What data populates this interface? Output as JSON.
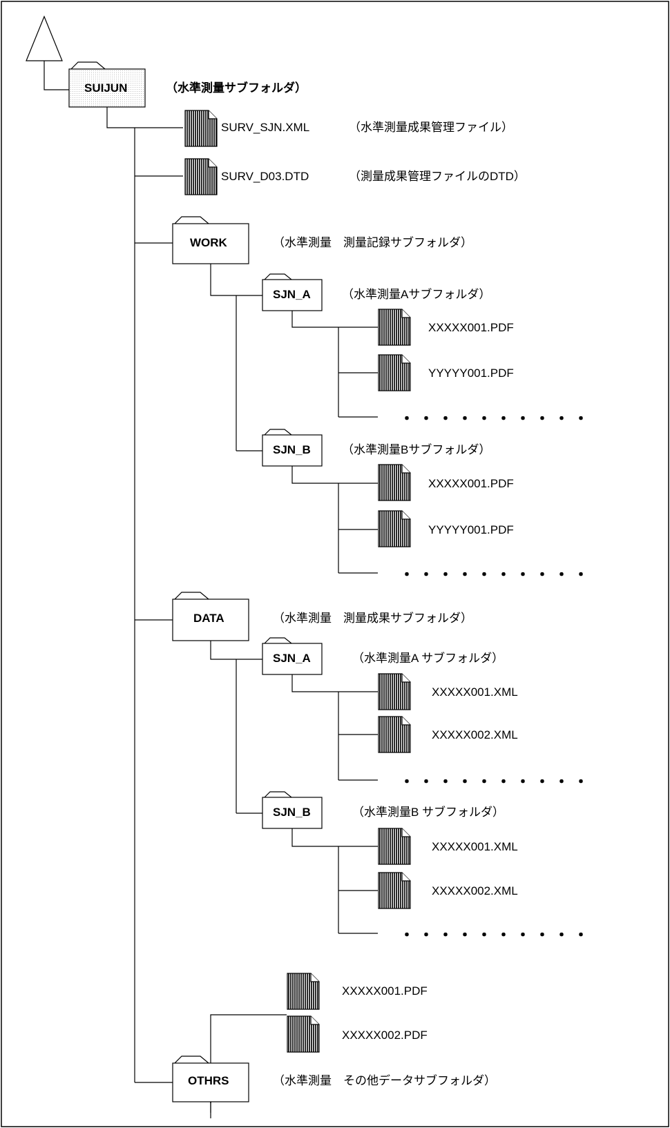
{
  "folders": {
    "root": "SUIJUN",
    "work": "WORK",
    "work_sjn_a": "SJN_A",
    "work_sjn_b": "SJN_B",
    "data": "DATA",
    "data_sjn_a": "SJN_A",
    "data_sjn_b": "SJN_B",
    "othrs": "OTHRS"
  },
  "labels": {
    "root": "（水準測量サブフォルダ）",
    "work": "（水準測量　測量記録サブフォルダ）",
    "work_sjn_a": "（水準測量Aサブフォルダ）",
    "work_sjn_b": "（水準測量Bサブフォルダ）",
    "data": "（水準測量　測量成果サブフォルダ）",
    "data_sjn_a": "（水準測量A サブフォルダ）",
    "data_sjn_b": "（水準測量B サブフォルダ）",
    "othrs": "（水準測量　その他データサブフォルダ）"
  },
  "files": {
    "surv_sjn": {
      "name": "SURV_SJN.XML",
      "desc": "（水準測量成果管理ファイル）"
    },
    "surv_dtd": {
      "name": "SURV_D03.DTD",
      "desc": "（測量成果管理ファイルのDTD）"
    },
    "work_a_1": "XXXXX001.PDF",
    "work_a_2": "YYYYY001.PDF",
    "work_b_1": "XXXXX001.PDF",
    "work_b_2": "YYYYY001.PDF",
    "data_a_1": "XXXXX001.XML",
    "data_a_2": "XXXXX002.XML",
    "data_b_1": "XXXXX001.XML",
    "data_b_2": "XXXXX002.XML",
    "othrs_1": "XXXXX001.PDF",
    "othrs_2": "XXXXX002.PDF"
  },
  "ellipsis": "・・・・・・・・・・",
  "colors": {
    "line": "#000000",
    "folder_fill": "#ffffff",
    "root_fill": "#f2f2f2",
    "file_fill": "#333333"
  }
}
